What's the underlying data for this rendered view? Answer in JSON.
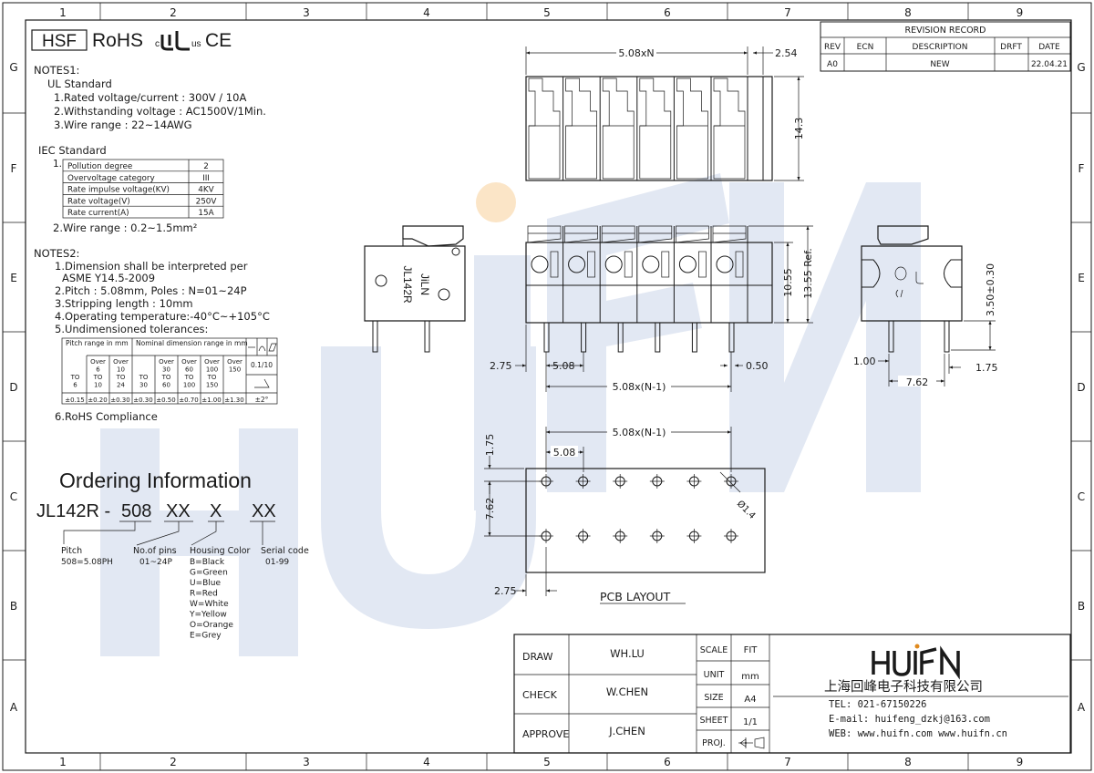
{
  "frame": {
    "cols": [
      "1",
      "2",
      "3",
      "4",
      "5",
      "6",
      "7",
      "8",
      "9"
    ],
    "rows": [
      "G",
      "F",
      "E",
      "D",
      "C",
      "B",
      "A"
    ]
  },
  "cert": {
    "hsf": "HSF",
    "rohs": "RoHS",
    "ul_c": "c",
    "ul_us": "us",
    "ce": "CE"
  },
  "revision": {
    "title": "REVISION RECORD",
    "headers": [
      "REV",
      "ECN",
      "DESCRIPTION",
      "DRFT",
      "DATE"
    ],
    "row": [
      "A0",
      "",
      "NEW",
      "",
      "22.04.21"
    ]
  },
  "notes1": {
    "title": "NOTES1:",
    "ul_title": "UL Standard",
    "ul_lines": [
      "1.Rated voltage/current : 300V / 10A",
      "2.Withstanding voltage : AC1500V/1Min.",
      "3.Wire range : 22~14AWG"
    ],
    "iec_title": "IEC Standard",
    "iec_num": "1.",
    "iec_table": [
      [
        "Pollution degree",
        "2"
      ],
      [
        "Overvoltage category",
        "III"
      ],
      [
        "Rate impulse voltage(KV)",
        "4KV"
      ],
      [
        "Rate voltage(V)",
        "250V"
      ],
      [
        "Rate current(A)",
        "15A"
      ]
    ],
    "iec_wire": "2.Wire range : 0.2~1.5mm²"
  },
  "notes2": {
    "title": "NOTES2:",
    "lines": [
      "1.Dimension shall be interpreted per",
      "ASME Y14.5-2009",
      "2.Pitch : 5.08mm, Poles : N=01~24P",
      "3.Stripping length : 10mm",
      "4.Operating temperature:-40°C~+105°C",
      "5.Undimensioned tolerances:"
    ],
    "rohs_line": "6.RoHS Compliance",
    "tol": {
      "pitch_hdr": "Pitch range in mm",
      "nom_hdr": "Nominal dimension range in mm",
      "pitch_cols": [
        [
          "",
          "",
          "TO",
          "6"
        ],
        [
          "Over",
          "6",
          "TO",
          "10"
        ],
        [
          "Over",
          "10",
          "TO",
          "24"
        ]
      ],
      "nom_cols": [
        [
          "",
          "",
          "TO",
          "30"
        ],
        [
          "Over",
          "30",
          "TO",
          "60"
        ],
        [
          "Over",
          "60",
          "TO",
          "100"
        ],
        [
          "Over",
          "100",
          "TO",
          "150"
        ],
        [
          "Over",
          "150",
          "",
          ""
        ]
      ],
      "tols": [
        "±0.15",
        "±0.20",
        "±0.30",
        "±0.30",
        "±0.50",
        "±0.70",
        "±1.00",
        "±1.30"
      ],
      "flat_tol": "0.1/10",
      "angle_tol": "±2°"
    }
  },
  "ordering": {
    "title": "Ordering Information",
    "code_prefix": "JL142R -",
    "code_parts": [
      "508",
      "XX",
      "X",
      "XX"
    ],
    "labels": [
      {
        "title": "Pitch",
        "lines": [
          "508=5.08PH"
        ]
      },
      {
        "title": "No.of pins",
        "lines": [
          "01~24P"
        ]
      },
      {
        "title": "Housing Color",
        "lines": [
          "B=Black",
          "G=Green",
          "U=Blue",
          "R=Red",
          "W=White",
          "Y=Yellow",
          "O=Orange",
          "E=Grey"
        ]
      },
      {
        "title": "Serial code",
        "lines": [
          "01-99"
        ]
      }
    ]
  },
  "dims": {
    "top_width": "5.08xN",
    "top_end": "2.54",
    "top_height": "14.3",
    "front_pitch": "5.08",
    "front_left": "2.75",
    "front_pin": "0.50",
    "front_span": "5.08x(N-1)",
    "front_h1": "10.55",
    "front_h2": "13.55 Ref.",
    "side_pin": "1.00",
    "side_right": "1.75",
    "side_spacing": "7.62",
    "side_height": "3.50±0.30",
    "pcb_span": "5.08x(N-1)",
    "pcb_pitch": "5.08",
    "pcb_top": "1.75",
    "pcb_rows": "7.62",
    "pcb_left": "2.75",
    "pcb_hole": "Ø1.4",
    "pcb_title": "PCB LAYOUT",
    "product_label_1": "JiLN",
    "product_label_2": "JL142R"
  },
  "title_block": {
    "roles": [
      {
        "role": "DRAW",
        "name": "WH.LU"
      },
      {
        "role": "CHECK",
        "name": "W.CHEN"
      },
      {
        "role": "APPROVE",
        "name": "J.CHEN"
      }
    ],
    "scale_keys": [
      "SCALE",
      "UNIT",
      "SIZE",
      "SHEET",
      "PROJ."
    ],
    "scale_vals": [
      "FIT",
      "mm",
      "A4",
      "1/1",
      ""
    ],
    "company_logo": "HUIFN",
    "company_name": "上海回峰电子科技有限公司",
    "tel": "TEL: 021-67150226",
    "email": "E-mail: huifeng_dzkj@163.com",
    "web": "WEB: www.huifn.com  www.huifn.cn"
  },
  "watermark": "HUIFN",
  "colors": {
    "line": "#1a1a1a",
    "watermark_blue": "#dfe6f2",
    "watermark_orange": "#fbe3c2"
  }
}
